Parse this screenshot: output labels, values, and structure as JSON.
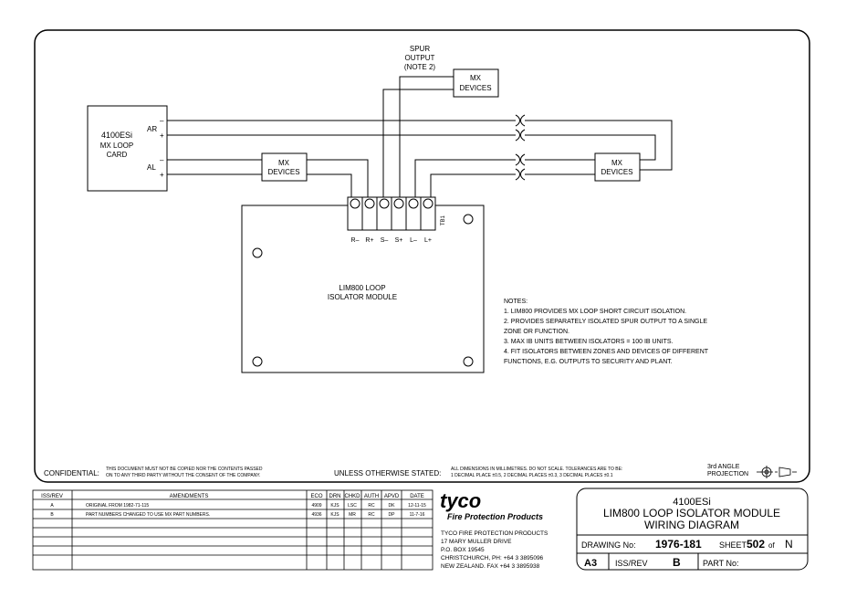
{
  "spur_output": {
    "line1": "SPUR",
    "line2": "OUTPUT",
    "line3": "(NOTE 2)"
  },
  "mx_devices": {
    "line1": "MX",
    "line2": "DEVICES"
  },
  "card": {
    "line1": "4100ESi",
    "line2": "MX LOOP",
    "line3": "CARD"
  },
  "card_terminals": {
    "ar": "AR",
    "al": "AL",
    "minus": "–",
    "plus": "+"
  },
  "terminal_block": {
    "id": "TB1",
    "labels": [
      "R–",
      "R+",
      "S–",
      "S+",
      "L–",
      "L+"
    ]
  },
  "module_label": {
    "line1": "LIM800 LOOP",
    "line2": "ISOLATOR MODULE"
  },
  "notes": {
    "heading": "NOTES:",
    "lines": [
      "1.  LIM800 PROVIDES MX LOOP SHORT CIRCUIT ISOLATION.",
      "2.  PROVIDES SEPARATELY ISOLATED SPUR OUTPUT TO A SINGLE",
      "     ZONE OR FUNCTION.",
      "3.  MAX IB UNITS BETWEEN ISOLATORS = 100 IB UNITS.",
      "4.  FIT ISOLATORS BETWEEN ZONES AND DEVICES OF DIFFERENT",
      "     FUNCTIONS, E.G. OUTPUTS TO SECURITY AND PLANT."
    ]
  },
  "footer": {
    "confidential_label": "CONFIDENTIAL:",
    "confidential_text1": "THIS DOCUMENT MUST NOT BE COPIED NOR THE CONTENTS PASSED",
    "confidential_text2": "ON TO ANY THIRD PARTY WITHOUT THE CONSENT OF THE COMPANY.",
    "unless_label": "UNLESS OTHERWISE STATED:",
    "unless_text1": "ALL DIMENSIONS IN MILLIMETRES. DO NOT SCALE. TOLERANCES ARE TO BE:",
    "unless_text2": "1 DECIMAL PLACE ±0.5, 2 DECIMAL PLACES ±0.3, 3 DECIMAL PLACES ±0.1",
    "projection1": "3rd ANGLE",
    "projection2": "PROJECTION"
  },
  "revision_table": {
    "headers": [
      "ISS/REV",
      "AMENDMENTS",
      "ECO",
      "DRN",
      "CHKD",
      "AUTH",
      "APVD",
      "DATE"
    ],
    "rows": [
      [
        "A",
        "ORIGINAL FROM 1982-71-115",
        "4909",
        "KJS",
        "LSC",
        "RC",
        "DK",
        "12-11-15"
      ],
      [
        "B",
        "PART NUMBERS CHANGED TO USE MX PART NUMBERS.",
        "4936",
        "KJS",
        "MR",
        "RC",
        "DP",
        "11-7-16"
      ]
    ]
  },
  "company": {
    "logo": "tyco",
    "subtitle": "Fire Protection Products",
    "address": [
      "TYCO FIRE PROTECTION PRODUCTS",
      "17 MARY MULLER DRIVE",
      "P.O. BOX 19545",
      "CHRISTCHURCH,  PH: +64 3 3895096",
      "NEW ZEALAND.    FAX +64 3 3895938"
    ]
  },
  "title_block": {
    "title1": "4100ESi",
    "title2": "LIM800 LOOP ISOLATOR MODULE",
    "title3": "WIRING DIAGRAM",
    "drawing_no_label": "DRAWING No:",
    "drawing_no": "1976-181",
    "sheet_label": "SHEET",
    "sheet_no": "502",
    "of_label": "of",
    "sheet_total": "N",
    "size": "A3",
    "iss_rev_label": "ISS/REV",
    "iss_rev": "B",
    "part_no_label": "PART No:"
  }
}
